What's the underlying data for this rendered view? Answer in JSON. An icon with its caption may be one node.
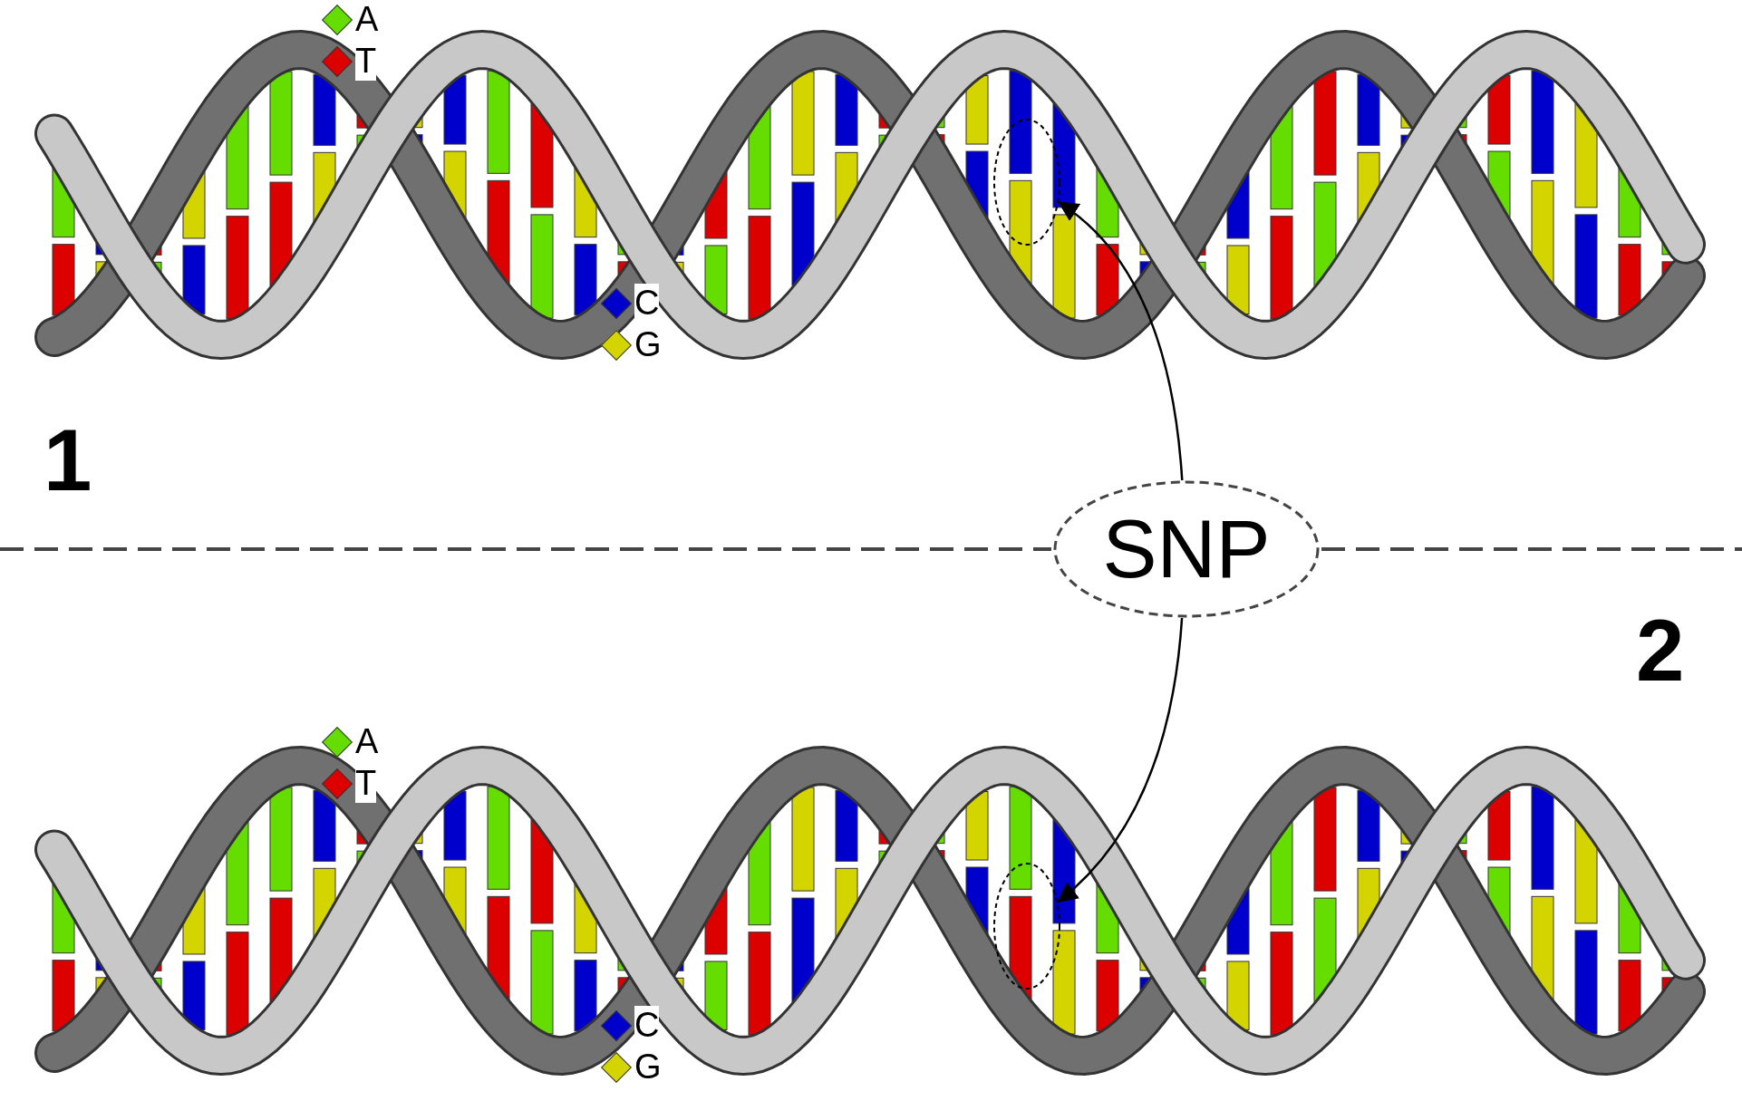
{
  "diagram": {
    "nodes": [
      {
        "text": [
          "SNP"
        ]
      },
      {
        "text": [],
        "shape": "circle"
      },
      {
        "text": [],
        "shape": "circle"
      }
    ],
    "edges": [
      {
        "from": 0,
        "to": 1,
        "arrow": "to"
      },
      {
        "from": 0,
        "to": 2,
        "arrow": "to"
      }
    ],
    "labels": [
      "1",
      "2"
    ],
    "legend": [
      {
        "text": "A",
        "color": "#66dd00"
      },
      {
        "text": "T",
        "color": "#dd0000"
      },
      {
        "text": "C",
        "color": "#0000cc"
      },
      {
        "text": "G",
        "color": "#d4d400"
      },
      {
        "text": "A",
        "color": "#66dd00"
      },
      {
        "text": "T",
        "color": "#dd0000"
      },
      {
        "text": "C",
        "color": "#0000cc"
      },
      {
        "text": "G",
        "color": "#d4d400"
      }
    ]
  }
}
